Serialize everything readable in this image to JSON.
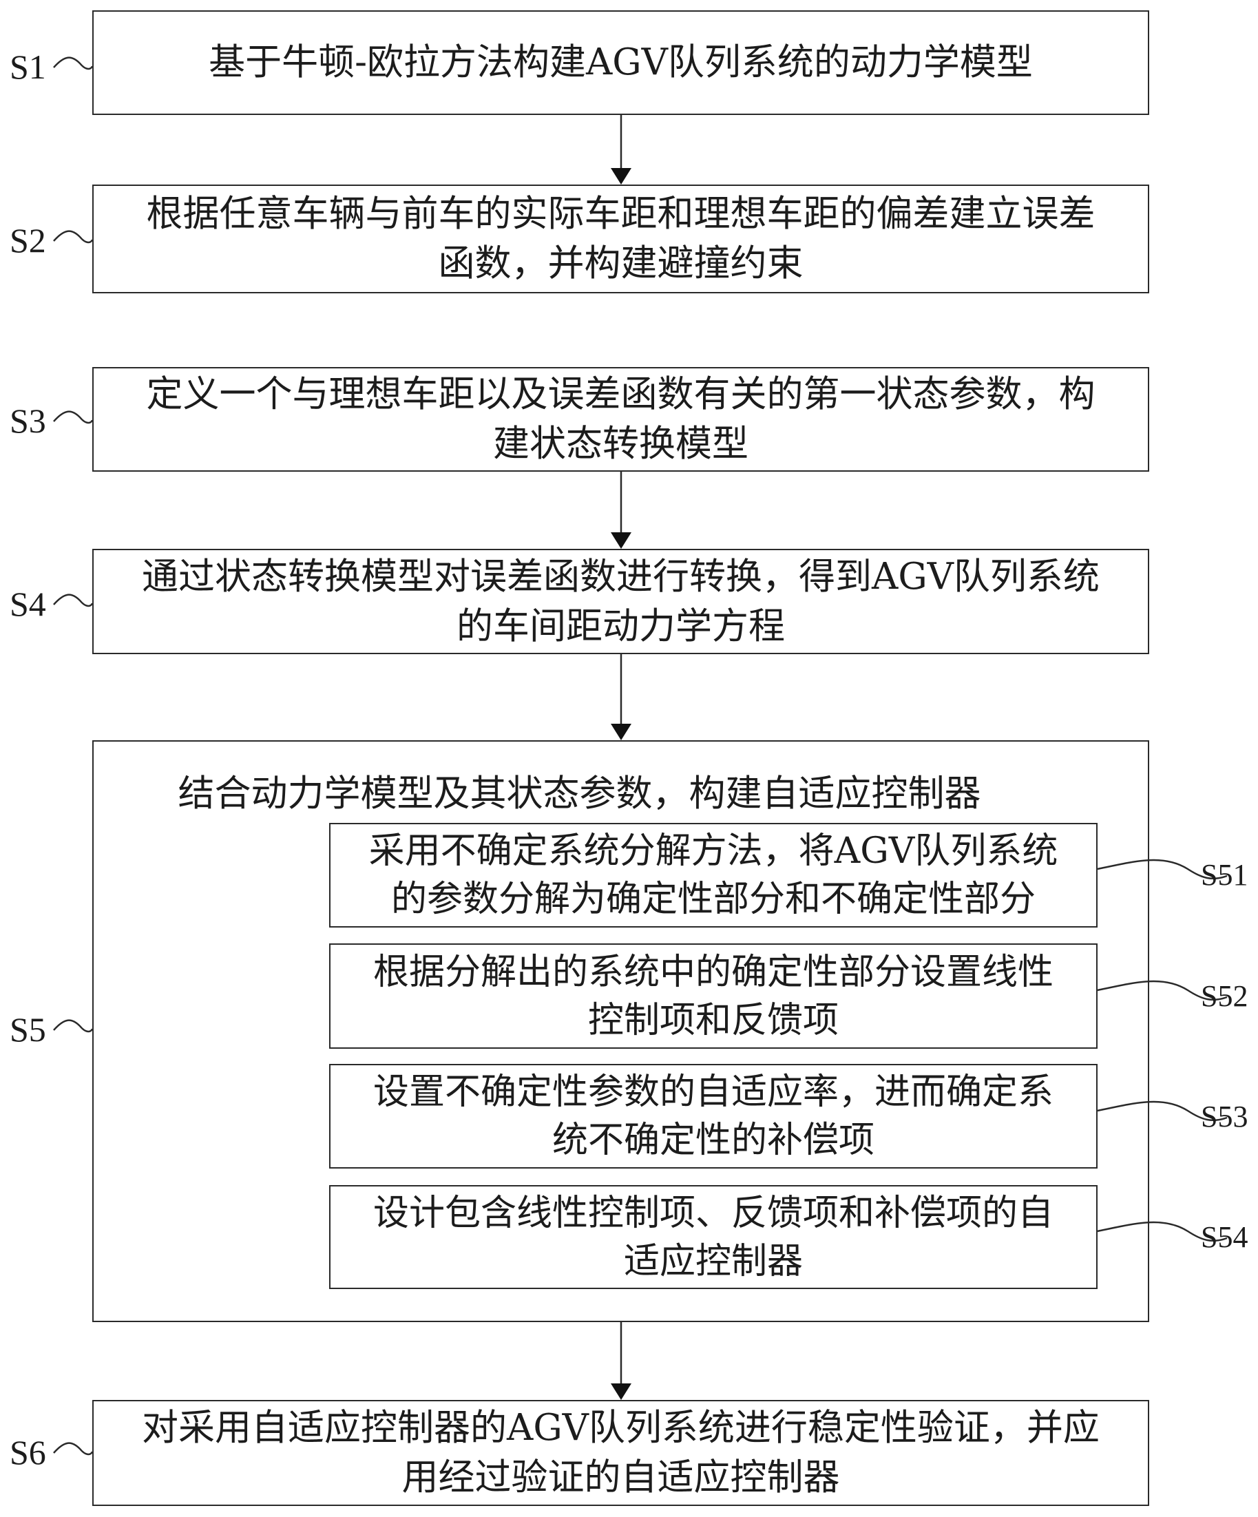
{
  "steps": {
    "s1": {
      "label": "S1",
      "lines": [
        "基于牛顿-欧拉方法构建AGV队列系统的动力学模型"
      ]
    },
    "s2": {
      "label": "S2",
      "lines": [
        "根据任意车辆与前车的实际车距和理想车距的偏差建立误差",
        "函数，并构建避撞约束"
      ]
    },
    "s3": {
      "label": "S3",
      "lines": [
        "定义一个与理想车距以及误差函数有关的第一状态参数，构",
        "建状态转换模型"
      ]
    },
    "s4": {
      "label": "S4",
      "lines": [
        "通过状态转换模型对误差函数进行转换，得到AGV队列系统",
        "的车间距动力学方程"
      ]
    },
    "s5": {
      "label": "S5",
      "title": "结合动力学模型及其状态参数，构建自适应控制器",
      "substeps": [
        {
          "label": "S51",
          "lines": [
            "采用不确定系统分解方法，将AGV队列系统",
            "的参数分解为确定性部分和不确定性部分"
          ]
        },
        {
          "label": "S52",
          "lines": [
            "根据分解出的系统中的确定性部分设置线性",
            "控制项和反馈项"
          ]
        },
        {
          "label": "S53",
          "lines": [
            "设置不确定性参数的自适应率，进而确定系",
            "统不确定性的补偿项"
          ]
        },
        {
          "label": "S54",
          "lines": [
            "设计包含线性控制项、反馈项和补偿项的自",
            "适应控制器"
          ]
        }
      ]
    },
    "s6": {
      "label": "S6",
      "lines": [
        "对采用自适应控制器的AGV队列系统进行稳定性验证，并应",
        "用经过验证的自适应控制器"
      ]
    }
  }
}
